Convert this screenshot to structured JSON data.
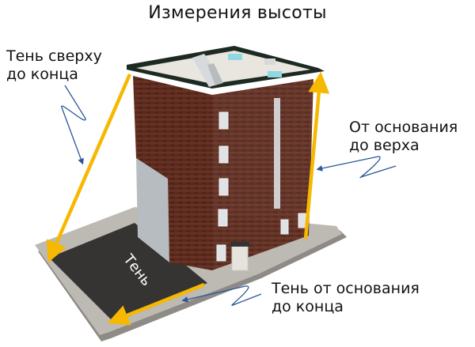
{
  "title": "Измерения высоты",
  "labels": {
    "shadow_top_to_end": [
      "Тень сверху",
      "до конца"
    ],
    "base_to_top": [
      "От основания",
      "до верха"
    ],
    "shadow_base_to_end": [
      "Тень от основания",
      "до конца"
    ],
    "shadow": "Тень"
  },
  "colors": {
    "arrow_yellow": "#f6b800",
    "pointer_blue": "#2b579a",
    "shadow_fill": "#353433",
    "ground": "#b9b6b1",
    "brick": "#5a2a1e",
    "roof": "#e9e6e0",
    "roof_trim": "#1d2a22",
    "concrete_wall": "#b7bcc0"
  }
}
